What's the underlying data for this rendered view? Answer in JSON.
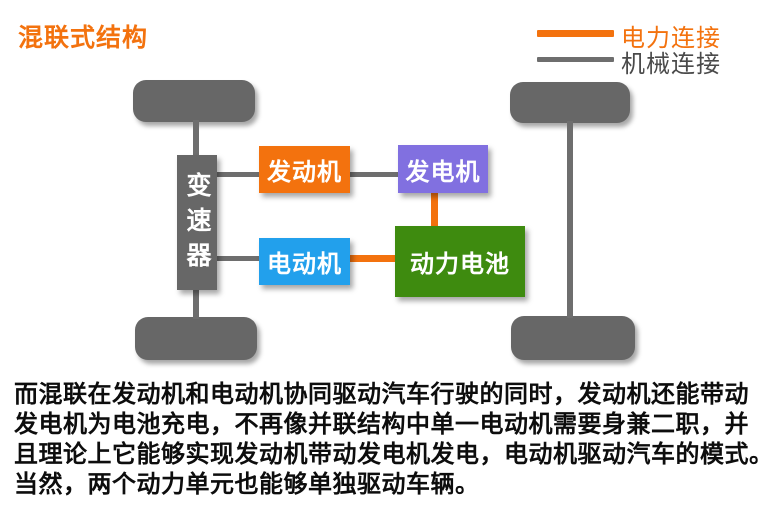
{
  "title": "混联式结构",
  "legend": {
    "items": [
      {
        "name": "electric-connection",
        "label": "电力连接",
        "color": "#F3720E"
      },
      {
        "name": "mechanical-connection",
        "label": "机械连接",
        "color": "#6E6E6E",
        "label_color": "#4A4A4A"
      }
    ]
  },
  "diagram": {
    "transmission_label": "变速器",
    "engine_label": "发动机",
    "generator_label": "发电机",
    "motor_label": "电动机",
    "battery_label": "动力电池"
  },
  "colors": {
    "orange": "#F3720E",
    "purple": "#8170E0",
    "blue": "#22A0EC",
    "green": "#3E8B0F",
    "gray": "#676767",
    "line_gray": "#6E6E6E",
    "legend_text_gray": "#4A4A4A",
    "title_orange": "#F3720E"
  },
  "paragraph": {
    "lines": [
      "而混联在发动机和电动机协同驱动汽车行驶的同时，发动机还能带动",
      "发电机为电池充电，不再像并联结构中单一电动机需要身兼二职，并",
      "且理论上它能够实现发动机带动发电机发电，电动机驱动汽车的模式。",
      "当然，两个动力单元也能够单独驱动车辆。"
    ]
  }
}
